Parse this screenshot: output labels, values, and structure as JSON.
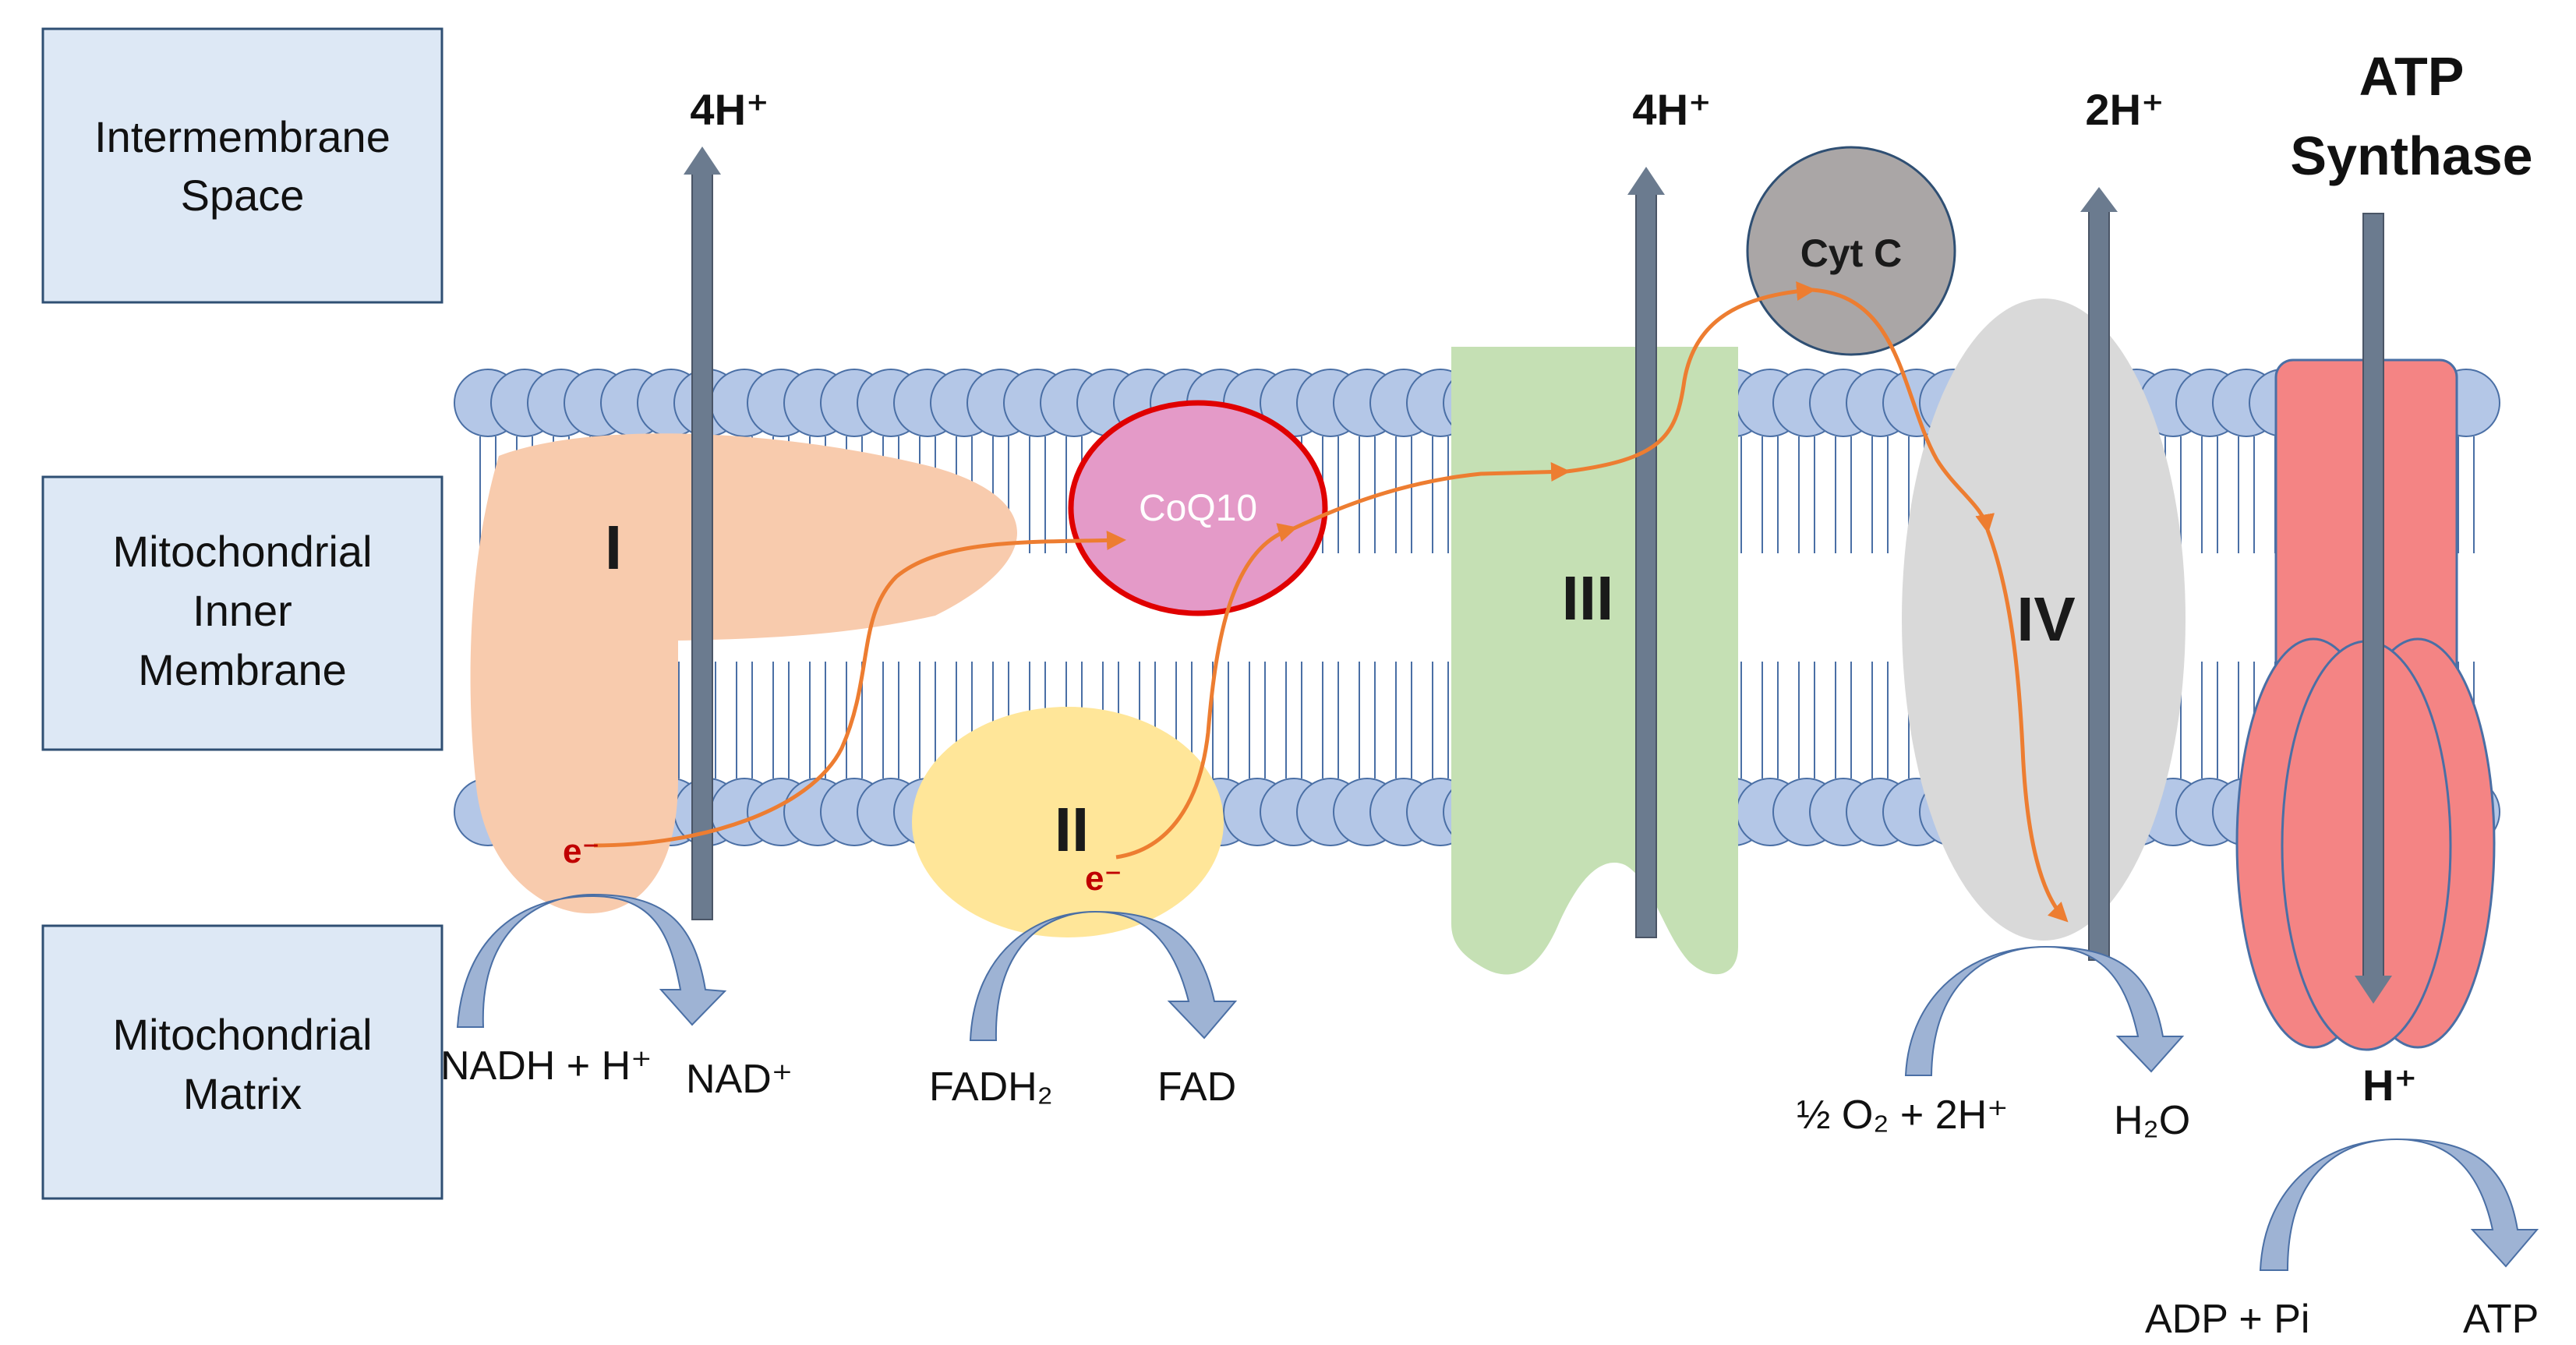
{
  "regions": {
    "intermembrane": [
      "Intermembrane",
      "Space"
    ],
    "inner_membrane": [
      "Mitochondrial",
      "Inner",
      "Membrane"
    ],
    "matrix": [
      "Mitochondrial",
      "Matrix"
    ]
  },
  "complexes": {
    "complex_1": "I",
    "complex_2": "II",
    "complex_3": "III",
    "complex_4": "IV",
    "coq10": "CoQ10",
    "cyt_c": "Cyt C",
    "atp_synthase": [
      "ATP",
      "Synthase"
    ]
  },
  "protons": {
    "complex_1": "4H⁺",
    "complex_3": "4H⁺",
    "complex_4": "2H⁺",
    "atp_synthase": "H⁺"
  },
  "electron_label": "e⁻",
  "reactions": {
    "complex_1_in": "NADH + H⁺",
    "complex_1_out": "NAD⁺",
    "complex_2_in": "FADH₂",
    "complex_2_out": "FAD",
    "complex_4_in": "½ O₂ + 2H⁺",
    "complex_4_out": "H₂O",
    "atp_in": "ADP + Pi",
    "atp_out": "ATP"
  },
  "colors": {
    "label_box_fill": "#dde8f5",
    "label_box_stroke": "#2f4f73",
    "lipid_head": "#b4c7e7",
    "lipid_head_stroke": "#4a6fa5",
    "complex_1": "#f8cbad",
    "complex_2": "#ffe699",
    "complex_3": "#c5e0b4",
    "complex_4": "#d9d9d9",
    "coq10_fill": "#e49ac8",
    "coq10_stroke": "#e00000",
    "cyt_c": "#aaa6a6",
    "atp_synthase": "#f48484",
    "proton_arrow": "#6b7b8f",
    "electron_path": "#ed7d31",
    "reaction_arrow": "#9eb3d4",
    "electron_text": "#c00000"
  }
}
